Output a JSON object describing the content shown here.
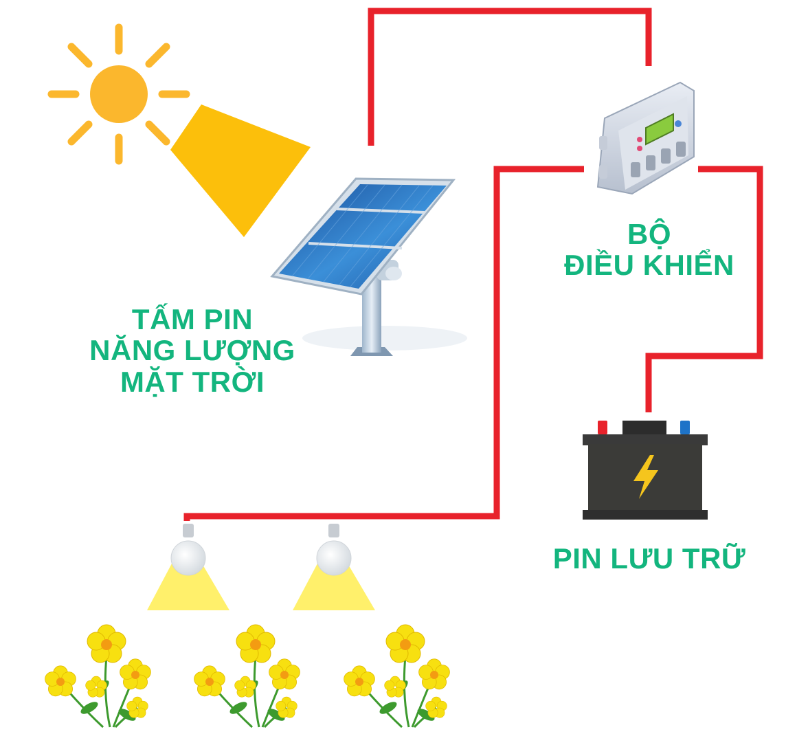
{
  "colors": {
    "wire": "#e8222b",
    "text": "#13b57e",
    "sun": "#fbb72d",
    "light_beam": "#fff06b",
    "sun_beam": "#fcbf0b",
    "flower": "#f7e010",
    "leaf": "#3d9a2e",
    "battery_body": "#333333",
    "battery_bolt": "#f5c51d",
    "terminal_positive": "#e8222b",
    "terminal_negative": "#1e73c8",
    "panel_cells": "#2a5fa8"
  },
  "labels": {
    "solar_panel": [
      "TẤM PIN",
      "NĂNG LƯỢNG",
      "MẶT TRỜI"
    ],
    "controller": [
      "BỘ",
      "ĐIỀU KHIỂN"
    ],
    "battery": [
      "PIN LƯU TRỮ"
    ]
  },
  "icons": {
    "sun": "sun-icon",
    "solar_panel": "solar-panel-icon",
    "controller": "charge-controller-icon",
    "battery": "battery-icon",
    "bulb": "light-bulb-icon",
    "flowers": "flower-bush-icon"
  }
}
